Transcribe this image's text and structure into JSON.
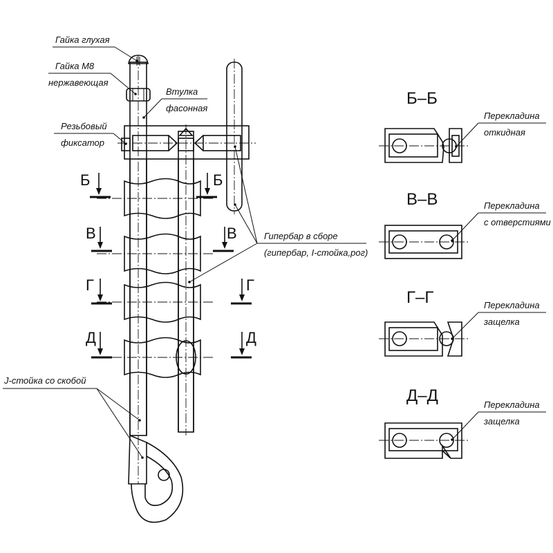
{
  "labels": {
    "nut_blind": "Гайка глухая",
    "nut_m8_l1": "Гайка М8",
    "nut_m8_l2": "нержавеющая",
    "sleeve_l1": "Втулка",
    "sleeve_l2": "фасонная",
    "fixer_l1": "Резьбовый",
    "fixer_l2": "фиксатор",
    "assembly_l1": "Гипербар в сборе",
    "assembly_l2": "(гипербар, I-стойка,рог)",
    "jpost": "J-стойка со скобой"
  },
  "section_marks": {
    "b": "Б",
    "v": "В",
    "g": "Г",
    "d": "Д"
  },
  "sections": [
    {
      "title": "Б–Б",
      "label_l1": "Перекладина",
      "label_l2": "откидная"
    },
    {
      "title": "В–В",
      "label_l1": "Перекладина",
      "label_l2": "с отверстиями"
    },
    {
      "title": "Г–Г",
      "label_l1": "Перекладина",
      "label_l2": "защелка"
    },
    {
      "title": "Д–Д",
      "label_l1": "Перекладина",
      "label_l2": "защелка"
    }
  ]
}
